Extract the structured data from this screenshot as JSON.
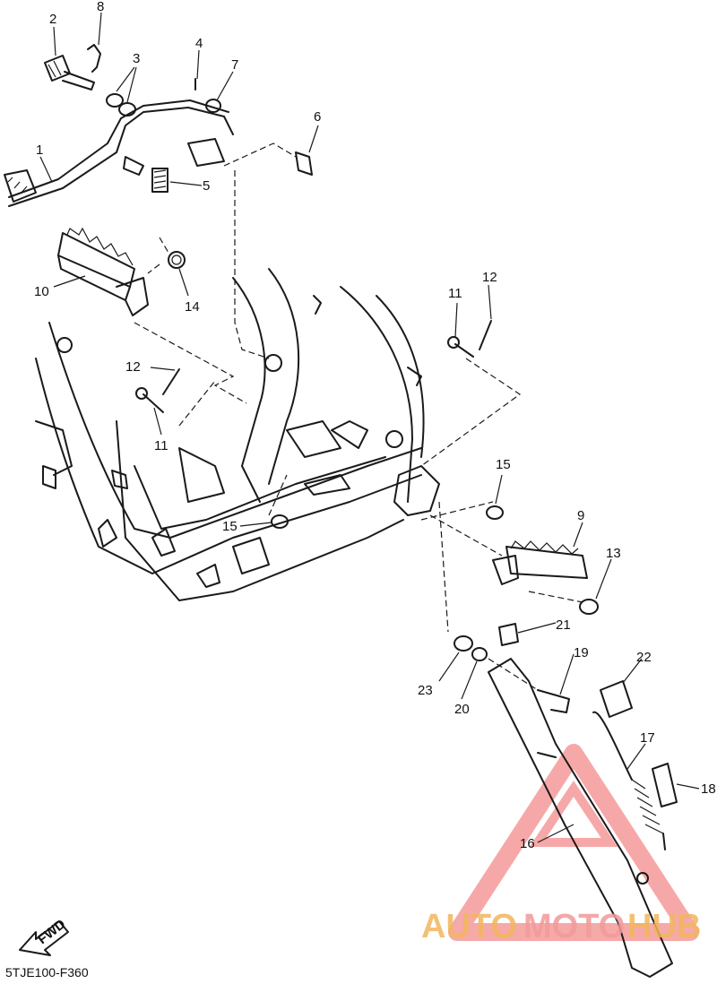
{
  "diagram_code": "5TJE100-F360",
  "fwd_label": "FWD",
  "watermark": {
    "auto": "AUTO",
    "moto": "MOTO",
    "hub": "HUB",
    "color_auto": "#f2b65c",
    "color_moto": "#f29a9a",
    "color_hub": "#f2b65c",
    "triangle_color": "#f59a9a"
  },
  "callouts": {
    "c1": "1",
    "c2": "2",
    "c3": "3",
    "c4": "4",
    "c5": "5",
    "c6": "6",
    "c7": "7",
    "c8": "8",
    "c9": "9",
    "c10": "10",
    "c11a": "11",
    "c11b": "11",
    "c12a": "12",
    "c12b": "12",
    "c13": "13",
    "c14": "14",
    "c15a": "15",
    "c15b": "15",
    "c16": "16",
    "c17": "17",
    "c18": "18",
    "c19": "19",
    "c20": "20",
    "c21": "21",
    "c22": "22",
    "c23": "23"
  }
}
